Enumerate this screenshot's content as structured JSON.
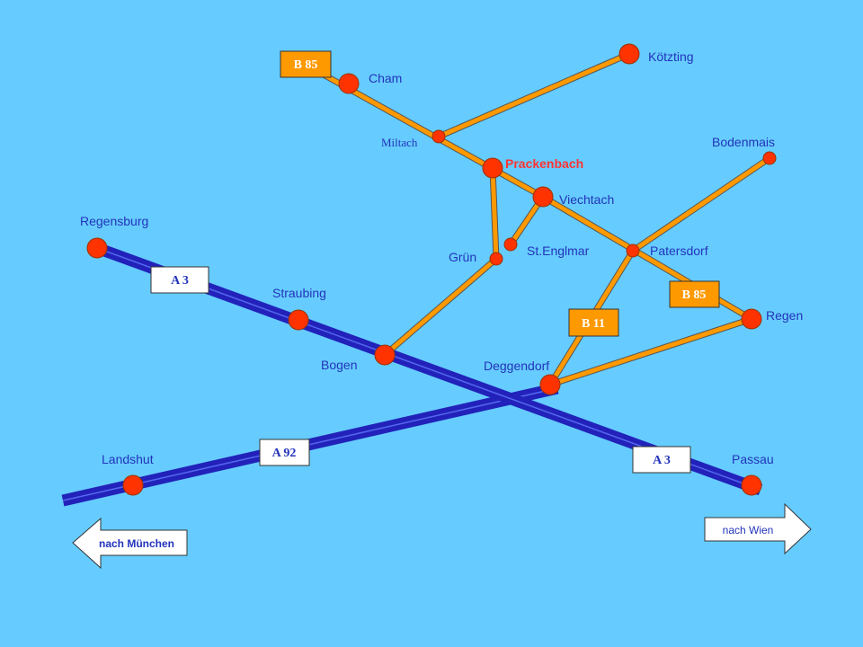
{
  "colors": {
    "background": "#66ccff",
    "highway": "#2222bb",
    "highway_inner": "#3344dd",
    "road": "#ff9900",
    "road_outline": "#444444",
    "town_dot": "#ff3300",
    "label": "#2233bb",
    "highlight_label": "#ff3333"
  },
  "towns": {
    "koetzting": "Kötzting",
    "cham": "Cham",
    "miltach": "Miltach",
    "prackenbach": "Prackenbach",
    "bodenmais": "Bodenmais",
    "viechtach": "Viechtach",
    "regensburg": "Regensburg",
    "gruen": "Grün",
    "st_englmar": "St.Englmar",
    "patersdorf": "Patersdorf",
    "straubing": "Straubing",
    "regen": "Regen",
    "bogen": "Bogen",
    "deggendorf": "Deggendorf",
    "landshut": "Landshut",
    "passau": "Passau"
  },
  "road_signs": {
    "b85_top": "B 85",
    "b85_right": "B 85",
    "b11": "B 11",
    "a3_left": "A 3",
    "a3_right": "A 3",
    "a92": "A 92"
  },
  "directions": {
    "left": "nach München",
    "right": "nach Wien"
  }
}
